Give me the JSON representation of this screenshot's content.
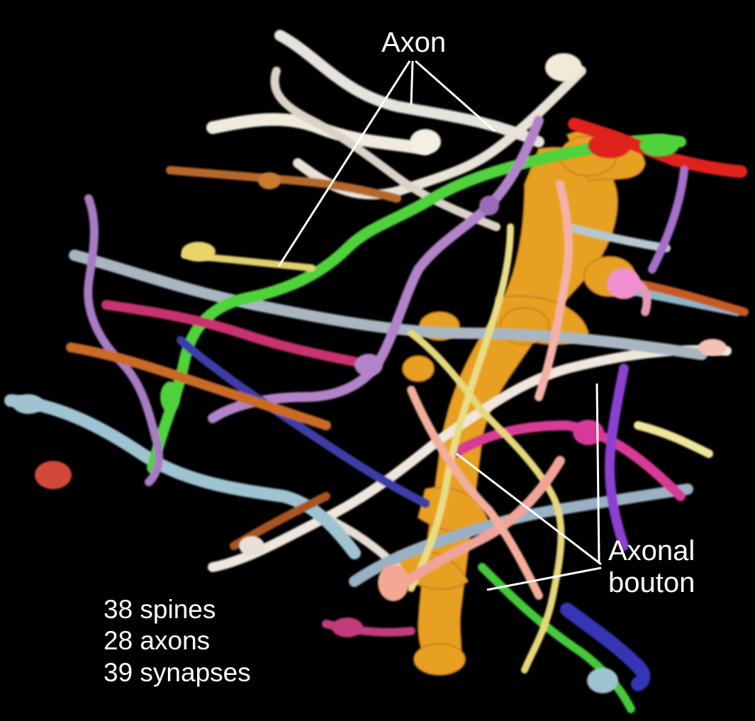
{
  "figure": {
    "labels": {
      "axon": "Axon",
      "axonal_bouton_line1": "Axonal",
      "axonal_bouton_line2": "bouton"
    },
    "stats": {
      "spines": "38 spines",
      "axons": "28 axons",
      "synapses": "39 synapses"
    },
    "colors": {
      "background": "#000000",
      "dendrite": "#e8a020",
      "axon_white": "#e6e2dc",
      "axon_green": "#4fd23a",
      "axon_red": "#e0201e",
      "axon_lightblue": "#9fc3d1",
      "axon_purple": "#a77bc2",
      "axon_magenta": "#c8326e",
      "axon_blue": "#3c3ca8",
      "axon_orange": "#c96a28",
      "axon_yellow": "#e6d77a",
      "axon_pink": "#f1a39a",
      "callout_line": "#ffffff"
    }
  }
}
